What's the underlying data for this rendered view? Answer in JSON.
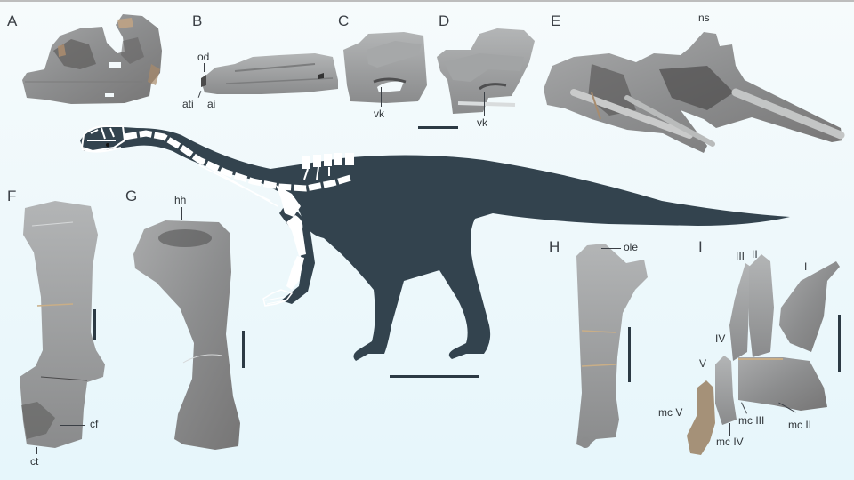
{
  "figure": {
    "colors": {
      "background": "#eef8fb",
      "silhouette": "#33434e",
      "bone_fill": "#9a9b9c",
      "bone_dark": "#6f6d6b",
      "bone_tan": "#b59a7c",
      "skeleton_white": "#ffffff",
      "scale_bar": "#2c3a44",
      "label_text": "#2f3438"
    },
    "panels": [
      {
        "letter": "A",
        "element": "skull-braincase",
        "labels": []
      },
      {
        "letter": "B",
        "element": "atlas-axis",
        "labels": [
          "od",
          "ati",
          "ai"
        ]
      },
      {
        "letter": "C",
        "element": "cervical-vertebra",
        "labels": [
          "vk"
        ]
      },
      {
        "letter": "D",
        "element": "cervical-vertebra",
        "labels": [
          "vk"
        ]
      },
      {
        "letter": "E",
        "element": "dorsal-vertebrae",
        "labels": [
          "ns"
        ]
      },
      {
        "letter": "F",
        "element": "bone",
        "labels": [
          "cf",
          "ct"
        ]
      },
      {
        "letter": "G",
        "element": "humerus",
        "labels": [
          "hh"
        ]
      },
      {
        "letter": "H",
        "element": "ulna",
        "labels": [
          "ole"
        ]
      },
      {
        "letter": "I",
        "element": "manus",
        "labels": [
          "I",
          "II",
          "III",
          "IV",
          "V",
          "mc II",
          "mc III",
          "mc IV",
          "mc V"
        ]
      }
    ],
    "labels": {
      "od": "od",
      "ati": "ati",
      "ai": "ai",
      "vk_c": "vk",
      "vk_d": "vk",
      "ns": "ns",
      "hh": "hh",
      "cf": "cf",
      "ct": "ct",
      "ole": "ole",
      "digit_I": "I",
      "digit_II": "II",
      "digit_III": "III",
      "digit_IV": "IV",
      "digit_V": "V",
      "mc_II": "mc II",
      "mc_III": "mc III",
      "mc_IV": "mc IV",
      "mc_V": "mc V"
    },
    "letters": {
      "A": "A",
      "B": "B",
      "C": "C",
      "D": "D",
      "E": "E",
      "F": "F",
      "G": "G",
      "H": "H",
      "I": "I"
    },
    "reconstruction": {
      "description": "Silhouette skeletal reconstruction of a long-necked sauropodomorph dinosaur with known bones shown in white"
    }
  }
}
